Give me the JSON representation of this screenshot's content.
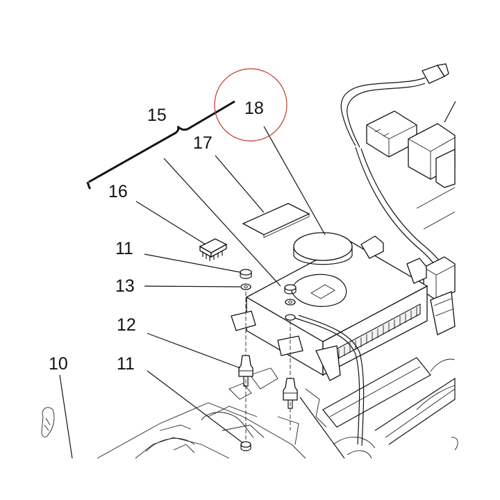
{
  "callouts": {
    "c10": "10",
    "c11a": "11",
    "c11b": "11",
    "c12": "12",
    "c13": "13",
    "c15": "15",
    "c16": "16",
    "c17": "17",
    "c18": "18"
  },
  "colors": {
    "highlight_circle": "#c0392b",
    "line": "#111111"
  }
}
